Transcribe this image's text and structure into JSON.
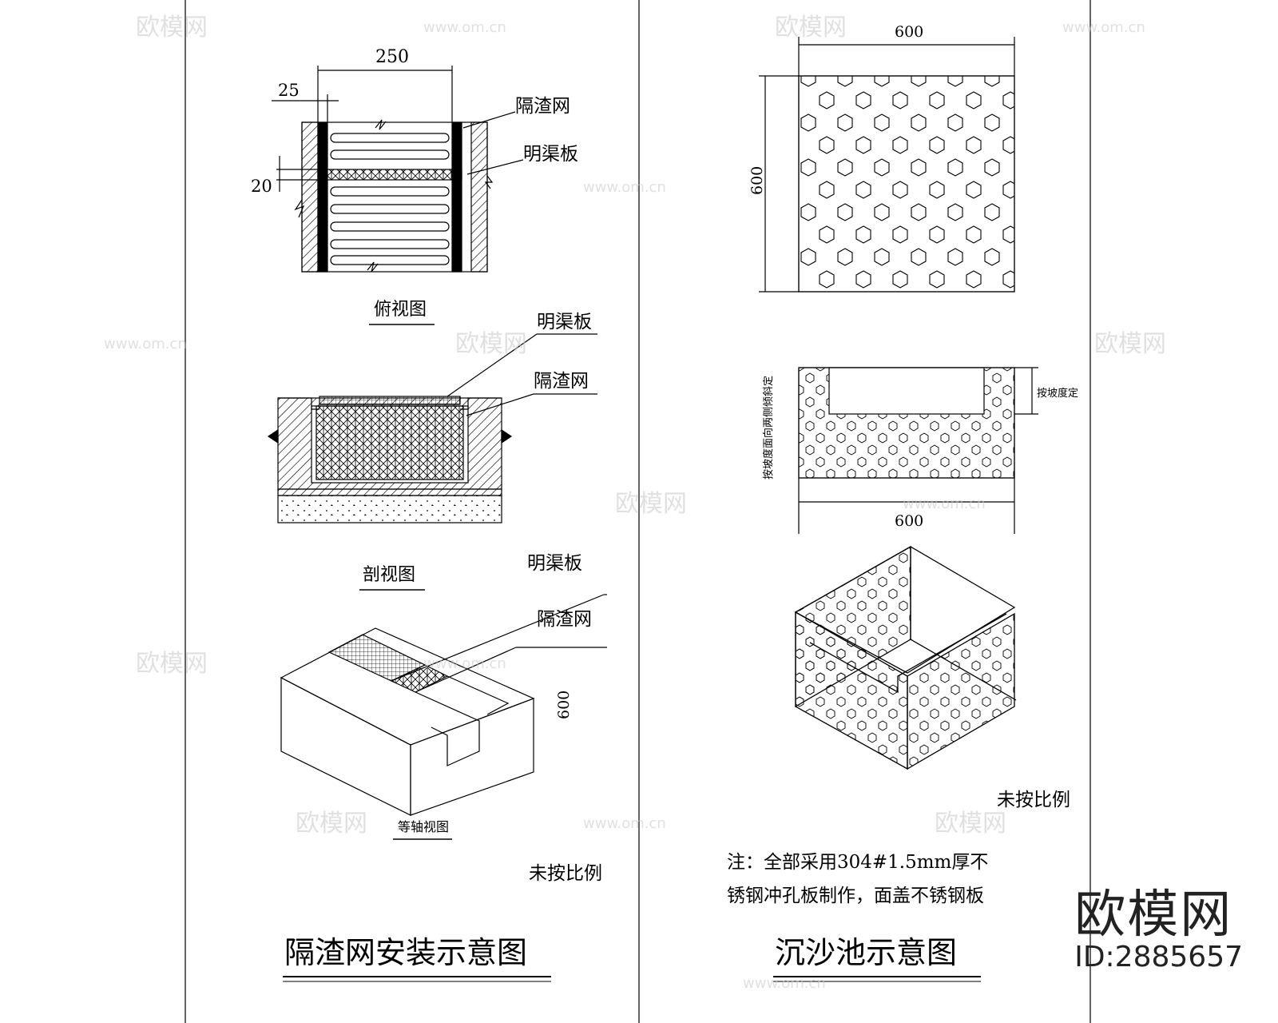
{
  "left": {
    "top_view": {
      "dim_width": "250",
      "dim_edge": "25",
      "dim_gap": "20",
      "label_screen": "隔渣网",
      "label_cover": "明渠板",
      "title": "俯视图"
    },
    "section_view": {
      "label_cover": "明渠板",
      "label_screen": "隔渣网",
      "title": "剖视图"
    },
    "iso_view": {
      "label_cover": "明渠板",
      "label_screen": "隔渣网",
      "dim_height": "600",
      "title": "等轴视图"
    },
    "scale_note": "未按比例",
    "sheet_title": "隔渣网安装示意图"
  },
  "right": {
    "plan": {
      "dim_width": "600",
      "dim_height": "600"
    },
    "elevation": {
      "dim_width": "600",
      "note_right": "按坡度定",
      "note_left": "按坡度面向两侧倾斜定"
    },
    "scale_note": "未按比例",
    "material_note_line1": "注：全部采用304#1.5mm厚不",
    "material_note_line2": "锈钢冲孔板制作，面盖不锈钢板",
    "sheet_title": "沉沙池示意图"
  },
  "watermark": {
    "brand": "欧模网",
    "url": "www.om.cn",
    "stamp_brand": "欧模网",
    "stamp_id": "ID:2885657"
  },
  "colors": {
    "line": "#000000",
    "watermark": "#c8c8c8"
  }
}
